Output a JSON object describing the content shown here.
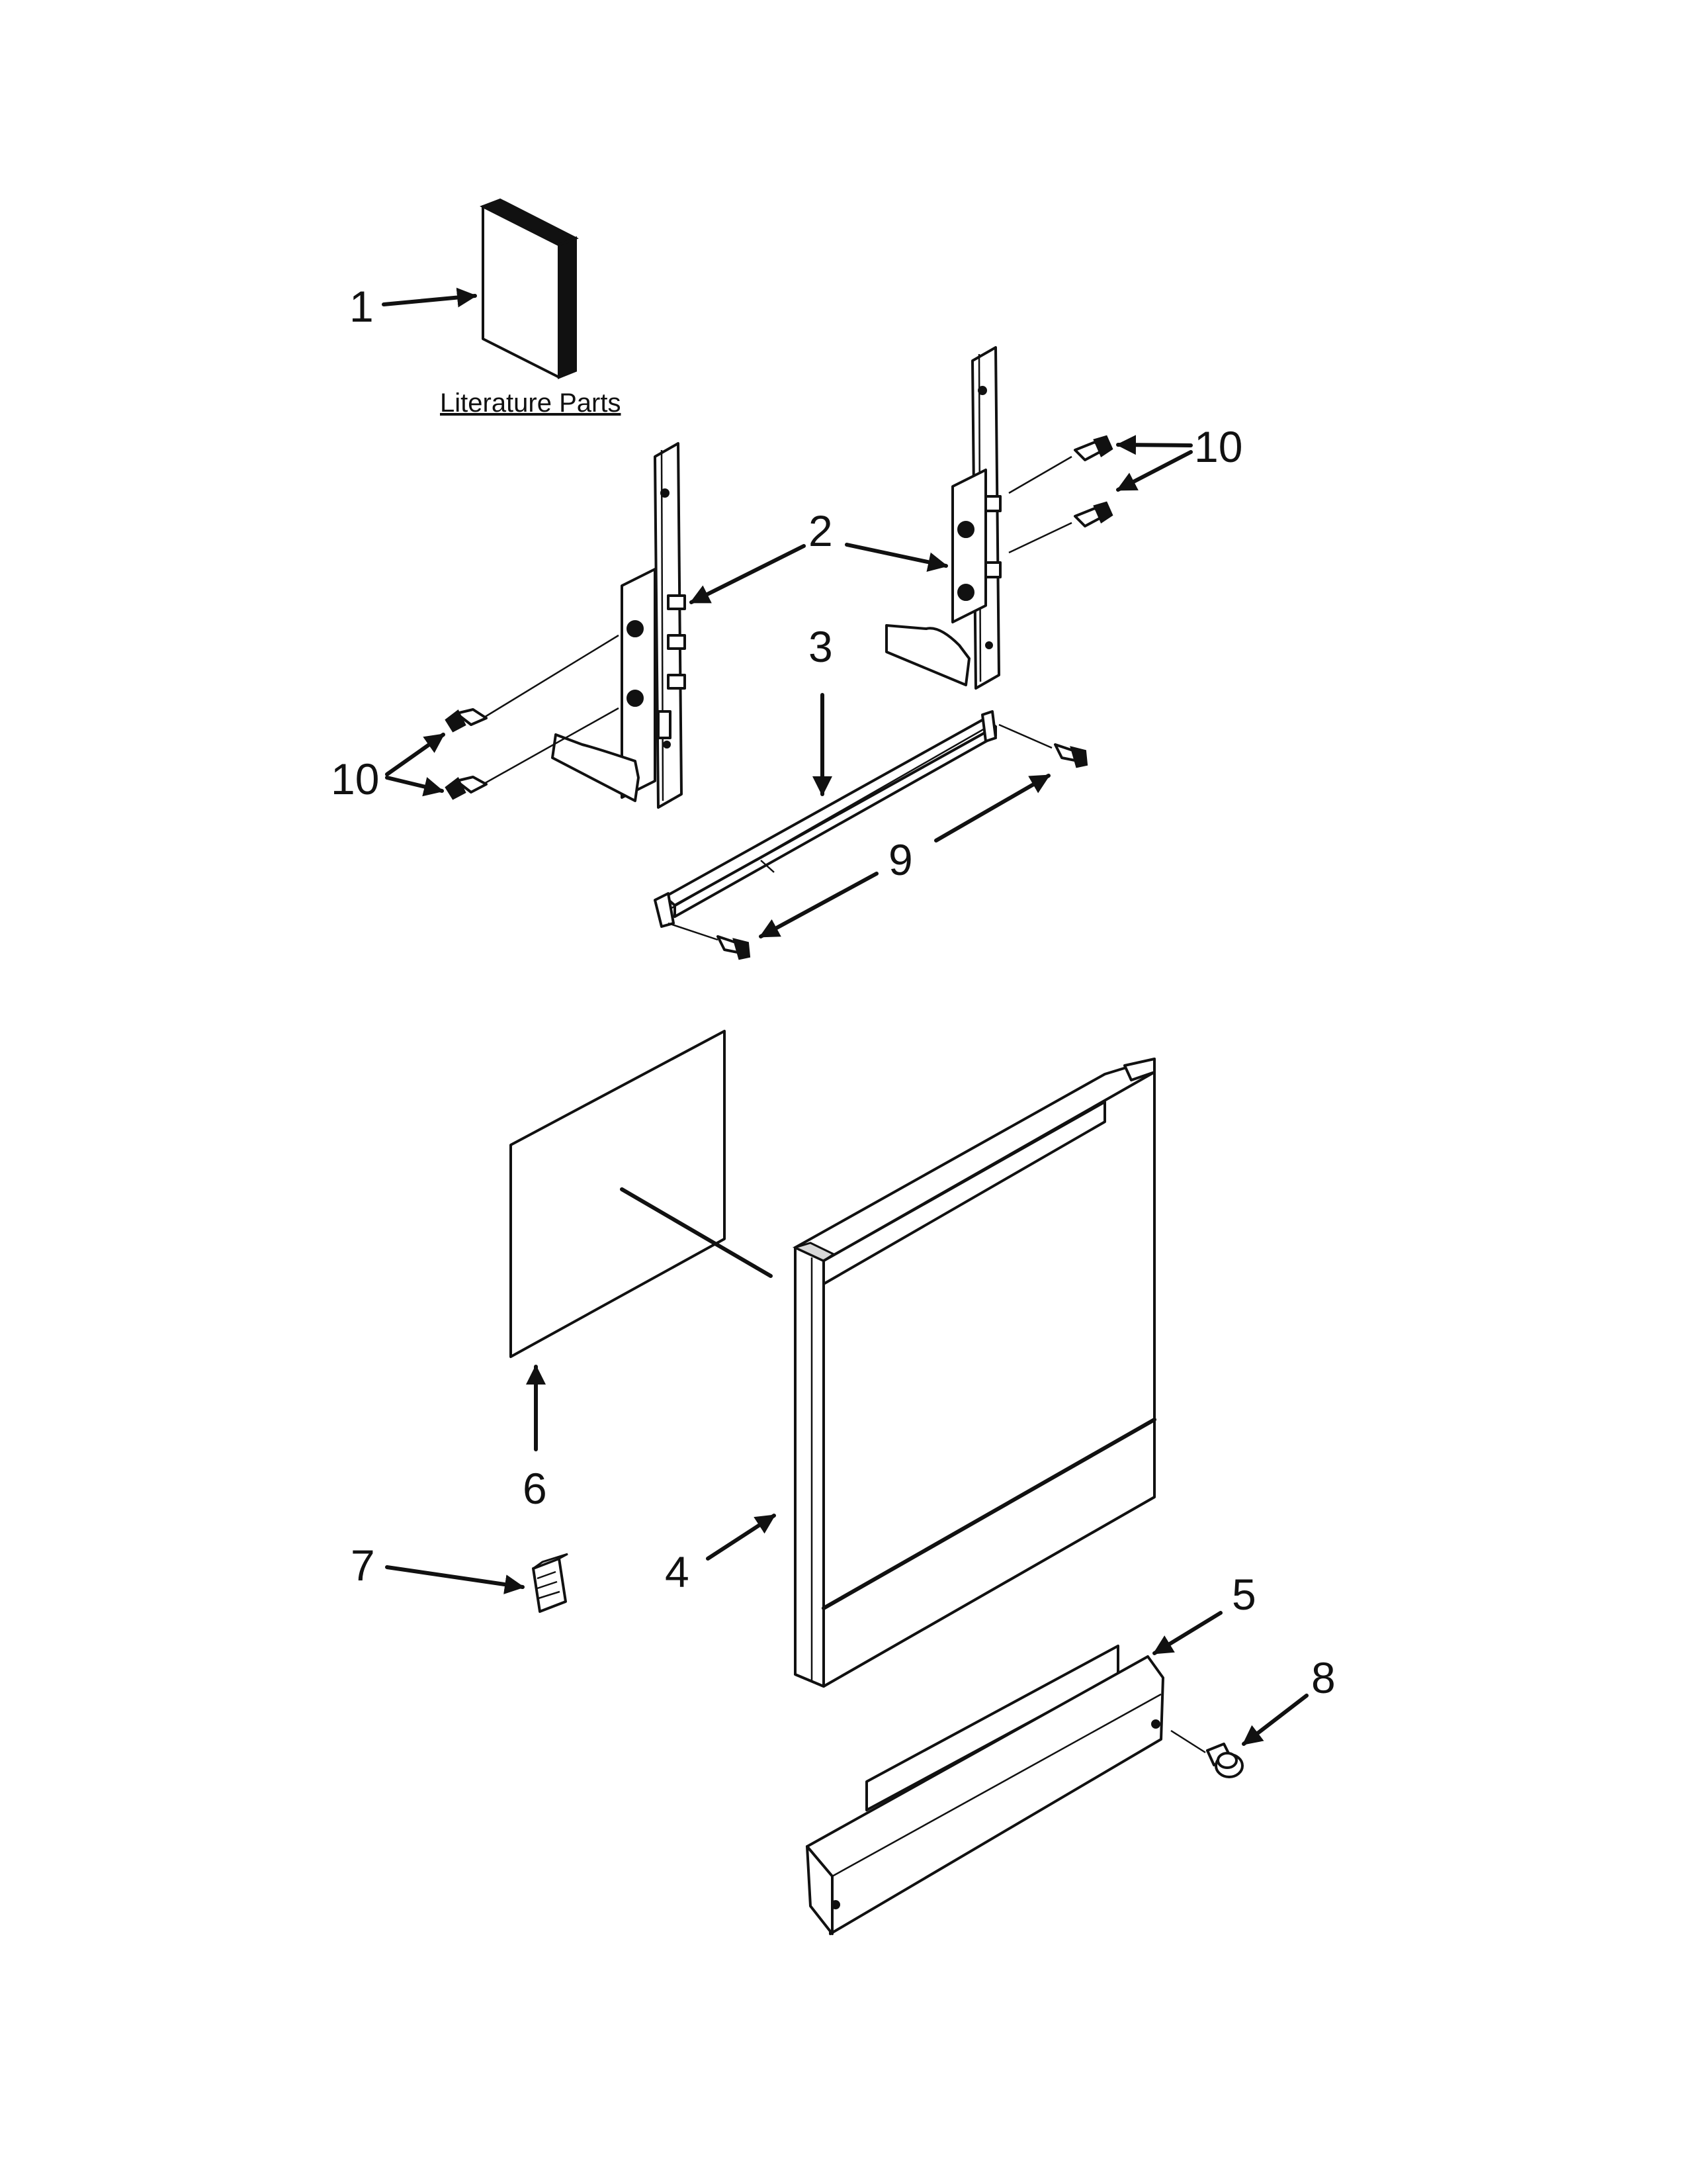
{
  "caption": "Literature Parts",
  "callouts": {
    "c1": "1",
    "c2": "2",
    "c3": "3",
    "c4": "4",
    "c5": "5",
    "c6": "6",
    "c7": "7",
    "c8": "8",
    "c9": "9",
    "c10_right": "10",
    "c10_left": "10"
  }
}
